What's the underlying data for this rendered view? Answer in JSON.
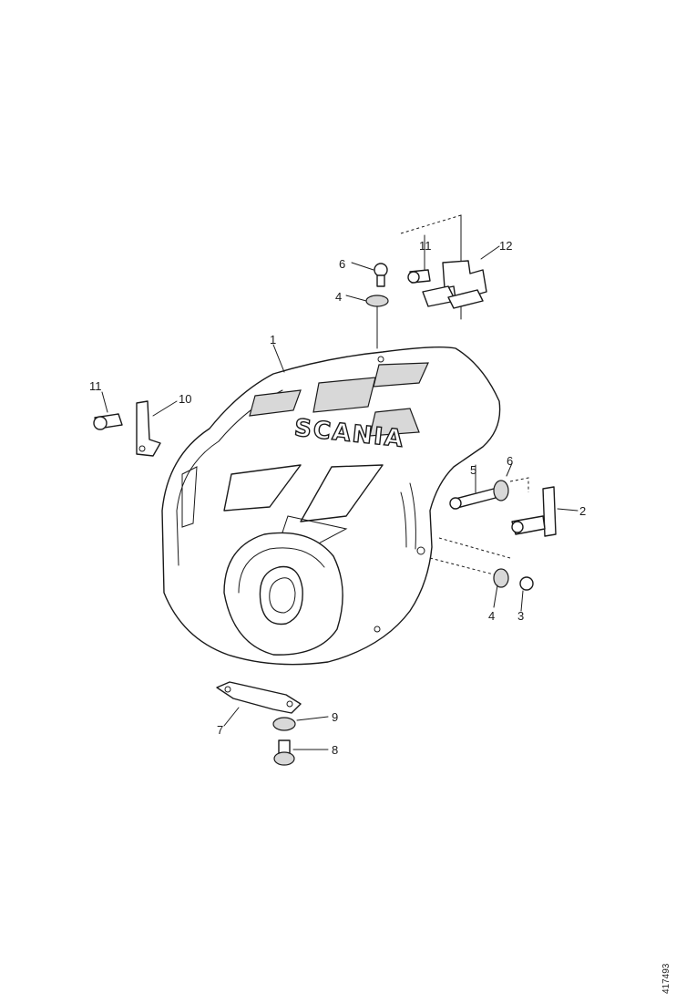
{
  "diagram": {
    "logo_text": "SCANIA",
    "reference_number": "417493",
    "callouts": [
      "1",
      "2",
      "3",
      "4",
      "4",
      "5",
      "6",
      "6",
      "7",
      "8",
      "9",
      "10",
      "11",
      "11",
      "12"
    ]
  }
}
